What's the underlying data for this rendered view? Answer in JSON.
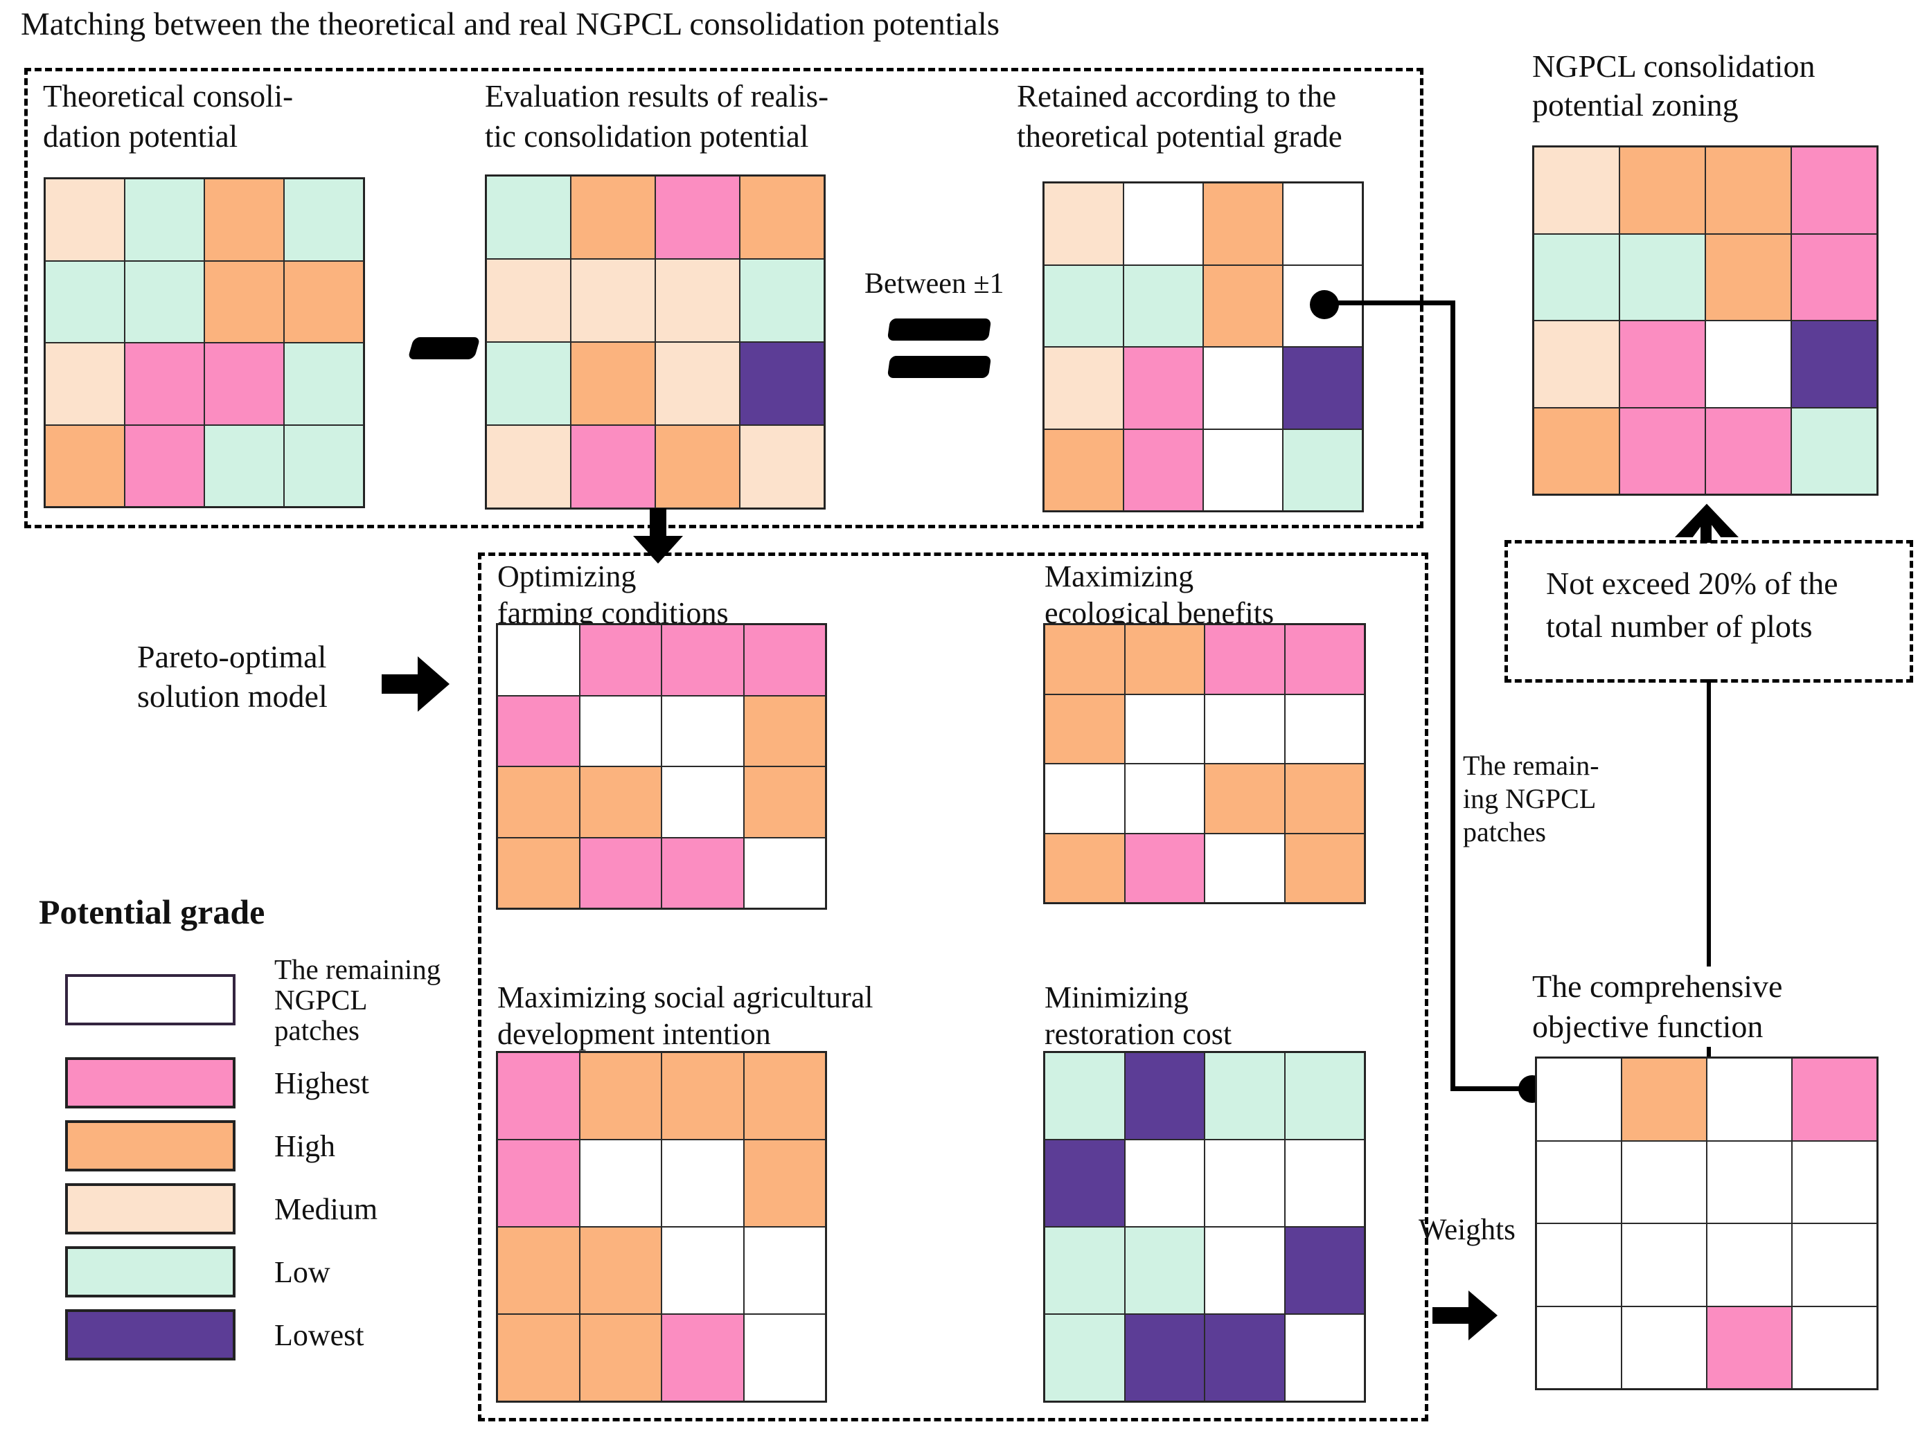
{
  "figure_title": "Matching between the theoretical and real NGPCL consolidation potentials",
  "palette": {
    "W": "#ffffff",
    "P": "#fb8dc1",
    "O": "#fbb37e",
    "M": "#fce2cc",
    "L": "#d0f2e3",
    "V": "#5c3d96"
  },
  "grade_names": {
    "W": "The remaining NGPCL patches",
    "P": "Highest",
    "O": "High",
    "M": "Medium",
    "L": "Low",
    "V": "Lowest"
  },
  "top_section": {
    "theoretical": {
      "title_line1": "Theoretical consoli-",
      "title_line2": "dation potential",
      "cells": [
        [
          "M",
          "L",
          "O",
          "L"
        ],
        [
          "L",
          "L",
          "O",
          "O"
        ],
        [
          "M",
          "P",
          "P",
          "L"
        ],
        [
          "O",
          "P",
          "L",
          "L"
        ]
      ]
    },
    "operator_minus": "−",
    "evaluation": {
      "title_line1": "Evaluation results of realis-",
      "title_line2": "tic consolidation potential",
      "cells": [
        [
          "L",
          "O",
          "P",
          "O"
        ],
        [
          "M",
          "M",
          "M",
          "L"
        ],
        [
          "L",
          "O",
          "M",
          "V"
        ],
        [
          "M",
          "P",
          "O",
          "M"
        ]
      ]
    },
    "between_label": "Between ±1",
    "operator_equals": "=",
    "retained": {
      "title_line1": "Retained according to the",
      "title_line2": "theoretical potential grade",
      "cells": [
        [
          "M",
          "W",
          "O",
          "W"
        ],
        [
          "L",
          "L",
          "O",
          "W"
        ],
        [
          "M",
          "P",
          "W",
          "V"
        ],
        [
          "O",
          "P",
          "W",
          "L"
        ]
      ]
    }
  },
  "zoning": {
    "title_line1": "NGPCL consolidation",
    "title_line2": "potential zoning",
    "cells": [
      [
        "M",
        "O",
        "O",
        "P"
      ],
      [
        "L",
        "L",
        "O",
        "P"
      ],
      [
        "M",
        "P",
        "W",
        "V"
      ],
      [
        "O",
        "P",
        "P",
        "L"
      ]
    ]
  },
  "pareto": {
    "label_line1": "Pareto-optimal",
    "label_line2": "solution model",
    "farming": {
      "title_line1": "Optimizing",
      "title_line2": "farming conditions",
      "cells": [
        [
          "W",
          "P",
          "P",
          "P"
        ],
        [
          "P",
          "W",
          "W",
          "O"
        ],
        [
          "O",
          "O",
          "W",
          "O"
        ],
        [
          "O",
          "P",
          "P",
          "W"
        ]
      ]
    },
    "ecological": {
      "title_line1": "Maximizing",
      "title_line2": "ecological benefits",
      "cells": [
        [
          "O",
          "O",
          "P",
          "P"
        ],
        [
          "O",
          "W",
          "W",
          "W"
        ],
        [
          "W",
          "W",
          "O",
          "O"
        ],
        [
          "O",
          "P",
          "W",
          "O"
        ]
      ]
    },
    "social": {
      "title_line1": "Maximizing social agricultural",
      "title_line2": "development intention",
      "cells": [
        [
          "P",
          "O",
          "O",
          "O"
        ],
        [
          "P",
          "W",
          "W",
          "O"
        ],
        [
          "O",
          "O",
          "W",
          "W"
        ],
        [
          "O",
          "O",
          "P",
          "W"
        ]
      ]
    },
    "restoration": {
      "title_line1": "Minimizing",
      "title_line2": "restoration cost",
      "cells": [
        [
          "L",
          "V",
          "L",
          "L"
        ],
        [
          "V",
          "W",
          "W",
          "W"
        ],
        [
          "L",
          "L",
          "W",
          "V"
        ],
        [
          "L",
          "V",
          "V",
          "W"
        ]
      ]
    }
  },
  "legend": {
    "title": "Potential grade",
    "items": [
      {
        "code": "W",
        "label": "The remaining NGPCL patches"
      },
      {
        "code": "P",
        "label": "Highest"
      },
      {
        "code": "O",
        "label": "High"
      },
      {
        "code": "M",
        "label": "Medium"
      },
      {
        "code": "L",
        "label": "Low"
      },
      {
        "code": "V",
        "label": "Lowest"
      }
    ]
  },
  "constraint_box": {
    "line1": "Not exceed 20% of the",
    "line2": "total number of plots"
  },
  "remaining_label": {
    "line1": "The remain-",
    "line2": "ing NGPCL",
    "line3": "patches"
  },
  "weights_label": "Weights",
  "comprehensive": {
    "title_line1": "The comprehensive",
    "title_line2": "objective function",
    "cells": [
      [
        "W",
        "O",
        "W",
        "P"
      ],
      [
        "W",
        "W",
        "W",
        "W"
      ],
      [
        "W",
        "W",
        "W",
        "W"
      ],
      [
        "W",
        "W",
        "P",
        "W"
      ]
    ]
  }
}
